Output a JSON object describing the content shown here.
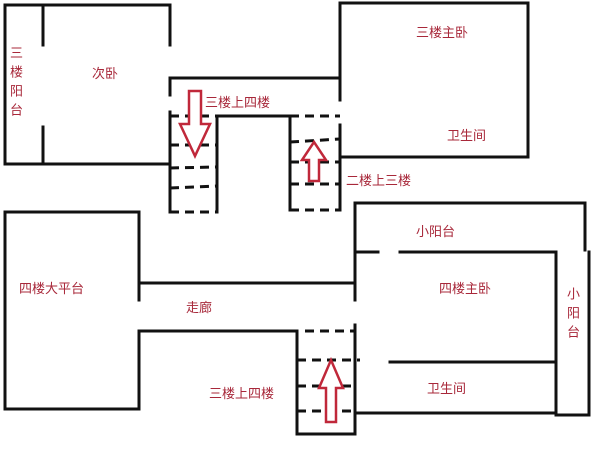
{
  "floorplan": {
    "rooms": {
      "third_balcony": "三楼阳台",
      "second_bedroom": "次卧",
      "third_master": "三楼主卧",
      "third_bath": "卫生间",
      "stair_3to4_top": "三楼上四楼",
      "stair_2to3": "二楼上三楼",
      "fourth_terrace": "四楼大平台",
      "corridor": "走廊",
      "small_balcony_top": "小阳台",
      "fourth_master": "四楼主卧",
      "small_balcony_right": "小阳台",
      "fourth_bath": "卫生间",
      "stair_3to4_bottom": "三楼上四楼"
    },
    "colors": {
      "label": "#a8283a",
      "wall": "#111111",
      "arrow": "#c0283a"
    }
  }
}
